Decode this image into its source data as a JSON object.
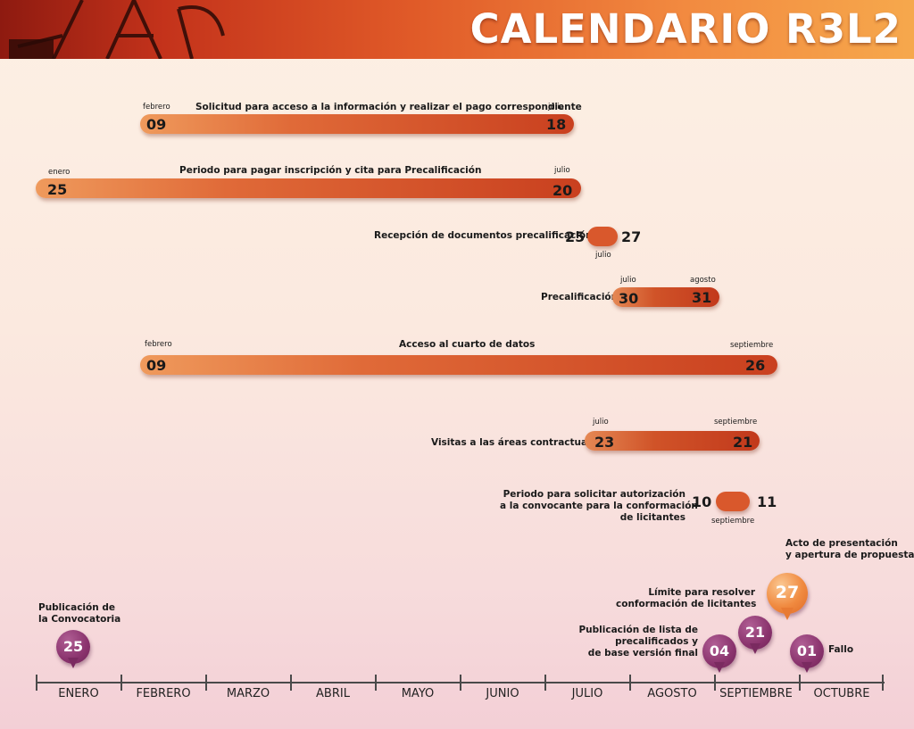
{
  "header": {
    "title": "CALENDARIO R3L2"
  },
  "rows": [
    {
      "label": "Solicitud para acceso a la información y realizar el pago correspondiente",
      "start_month": "febrero",
      "start_day": "09",
      "end_month": "julio",
      "end_day": "18"
    },
    {
      "label": "Periodo para pagar inscripción y cita para Precalificación",
      "start_month": "enero",
      "start_day": "25",
      "end_month": "julio",
      "end_day": "20"
    },
    {
      "label": "Recepción de documentos precalificación",
      "start_day": "25",
      "end_day": "27",
      "month": "julio"
    },
    {
      "label": "Precalificación",
      "start_month": "julio",
      "start_day": "30",
      "end_month": "agosto",
      "end_day": "31"
    },
    {
      "label": "Acceso al cuarto de datos",
      "start_month": "febrero",
      "start_day": "09",
      "end_month": "septiembre",
      "end_day": "26"
    },
    {
      "label": "Visitas a las áreas contractuales",
      "start_month": "julio",
      "start_day": "23",
      "end_month": "septiembre",
      "end_day": "21"
    },
    {
      "label_lines": [
        "Periodo para solicitar autorización",
        "a la convocante para la conformación",
        "de licitantes"
      ],
      "start_day": "10",
      "end_day": "11",
      "month": "septiembre"
    }
  ],
  "timeline": {
    "months": [
      "ENERO",
      "FEBRERO",
      "MARZO",
      "ABRIL",
      "MAYO",
      "JUNIO",
      "JULIO",
      "AGOSTO",
      "SEPTIEMBRE",
      "OCTUBRE"
    ],
    "events": [
      {
        "label_lines": [
          "Publicación de",
          "la Convocatoria"
        ],
        "day": "25"
      },
      {
        "label_lines": [
          "Publicación de lista de",
          "precalificados y",
          "de base versión final"
        ],
        "day": "04"
      },
      {
        "label_lines": [
          "Límite para resolver",
          "conformación de licitantes"
        ],
        "day": "21"
      },
      {
        "label_lines": [
          "Acto de presentación",
          "y apertura de propuestas"
        ],
        "day": "27"
      },
      {
        "label_lines": [
          "Fallo"
        ],
        "day": "01"
      }
    ]
  },
  "colors": {
    "bar_start": "#ef9a5c",
    "bar_end": "#c9401f",
    "pin": "#8a336d",
    "pin_highlight": "#f08a40"
  }
}
